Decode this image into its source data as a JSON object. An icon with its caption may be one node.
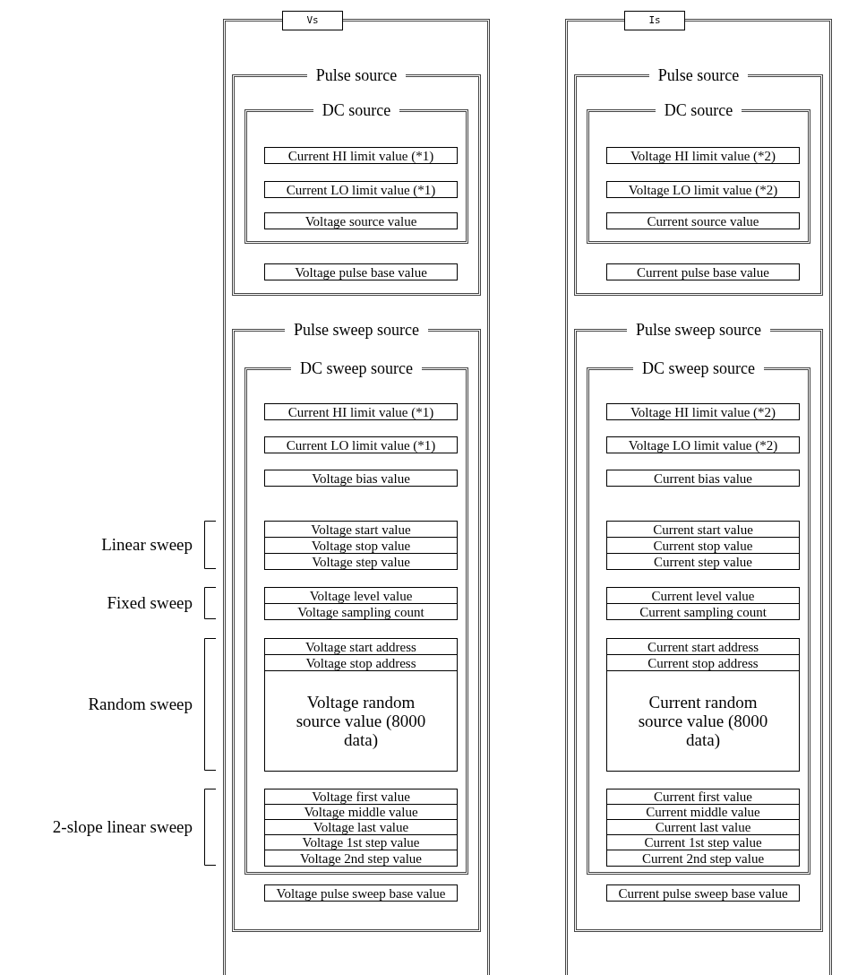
{
  "diagram": {
    "nodes": [
      {
        "text": [
          "Vs"
        ]
      },
      {
        "text": [
          "Pulse source"
        ],
        "in": 0
      },
      {
        "text": [
          "DC source"
        ],
        "in": 1
      },
      {
        "text": [
          "Current HI limit value (*1)"
        ],
        "in": 2
      },
      {
        "text": [
          "Current LO limit value (*1)"
        ],
        "in": 2
      },
      {
        "text": [
          "Voltage source value"
        ],
        "in": 2
      },
      {
        "text": [
          "Voltage pulse base value"
        ],
        "in": 1
      },
      {
        "text": [
          "Pulse sweep source"
        ],
        "in": 0
      },
      {
        "text": [
          "DC sweep source"
        ],
        "in": 7
      },
      {
        "text": [
          "Current HI limit value (*1)"
        ],
        "in": 8
      },
      {
        "text": [
          "Current LO limit value (*1)"
        ],
        "in": 8
      },
      {
        "text": [
          "Voltage bias value"
        ],
        "in": 8
      },
      {
        "text": [
          "Voltage start value"
        ],
        "in": 8
      },
      {
        "text": [
          "Voltage stop value"
        ],
        "in": 8
      },
      {
        "text": [
          "Voltage step value"
        ],
        "in": 8
      },
      {
        "text": [
          "Voltage level value"
        ],
        "in": 8
      },
      {
        "text": [
          "Voltage sampling count"
        ],
        "in": 8
      },
      {
        "text": [
          "Voltage start address"
        ],
        "in": 8
      },
      {
        "text": [
          "Voltage stop address"
        ],
        "in": 8
      },
      {
        "text": [
          "Voltage random source value (8000 data)"
        ],
        "in": 8
      },
      {
        "text": [
          "Voltage first value"
        ],
        "in": 8
      },
      {
        "text": [
          "Voltage middle value"
        ],
        "in": 8
      },
      {
        "text": [
          "Voltage last value"
        ],
        "in": 8
      },
      {
        "text": [
          "Voltage 1st step value"
        ],
        "in": 8
      },
      {
        "text": [
          "Voltage 2nd step value"
        ],
        "in": 8
      },
      {
        "text": [
          "Voltage pulse sweep base value"
        ],
        "in": 7
      },
      {
        "text": [
          "Is"
        ]
      },
      {
        "text": [
          "Pulse source"
        ],
        "in": 26
      },
      {
        "text": [
          "DC source"
        ],
        "in": 27
      },
      {
        "text": [
          "Voltage HI limit value (*2)"
        ],
        "in": 28
      },
      {
        "text": [
          "Voltage LO limit value (*2)"
        ],
        "in": 28
      },
      {
        "text": [
          "Current source value"
        ],
        "in": 28
      },
      {
        "text": [
          "Current pulse base value"
        ],
        "in": 27
      },
      {
        "text": [
          "Pulse sweep source"
        ],
        "in": 26
      },
      {
        "text": [
          "DC sweep source"
        ],
        "in": 33
      },
      {
        "text": [
          "Voltage HI limit value (*2)"
        ],
        "in": 34
      },
      {
        "text": [
          "Voltage LO limit value (*2)"
        ],
        "in": 34
      },
      {
        "text": [
          "Current bias value"
        ],
        "in": 34
      },
      {
        "text": [
          "Current start value"
        ],
        "in": 34
      },
      {
        "text": [
          "Current stop value"
        ],
        "in": 34
      },
      {
        "text": [
          "Current step value"
        ],
        "in": 34
      },
      {
        "text": [
          "Current level value"
        ],
        "in": 34
      },
      {
        "text": [
          "Current sampling count"
        ],
        "in": 34
      },
      {
        "text": [
          "Current start address"
        ],
        "in": 34
      },
      {
        "text": [
          "Current stop address"
        ],
        "in": 34
      },
      {
        "text": [
          "Current random source value (8000 data)"
        ],
        "in": 34
      },
      {
        "text": [
          "Current first value"
        ],
        "in": 34
      },
      {
        "text": [
          "Current middle value"
        ],
        "in": 34
      },
      {
        "text": [
          "Current last value"
        ],
        "in": 34
      },
      {
        "text": [
          "Current 1st step value"
        ],
        "in": 34
      },
      {
        "text": [
          "Current 2nd step value"
        ],
        "in": 34
      },
      {
        "text": [
          "Current pulse sweep base value"
        ],
        "in": 33
      }
    ],
    "labels": [
      "Linear sweep",
      "Fixed sweep",
      "Random sweep",
      "2-slope linear sweep"
    ]
  }
}
